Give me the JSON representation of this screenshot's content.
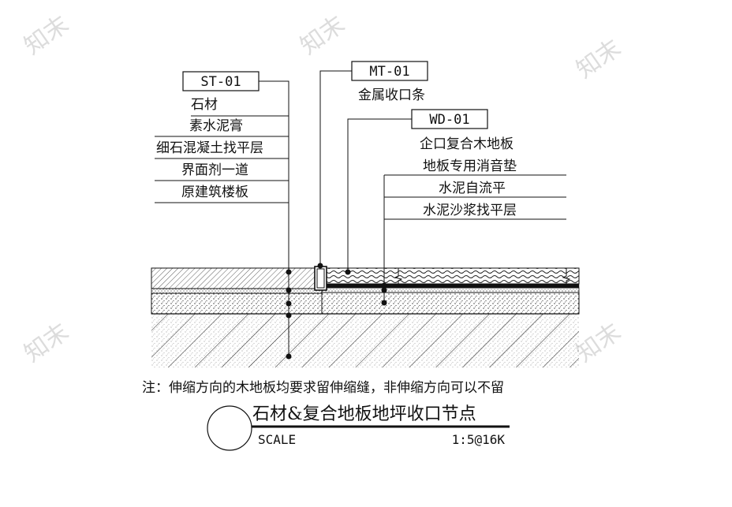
{
  "watermark": "知末",
  "left_callout": {
    "tag": "ST-01",
    "layers": [
      "石材",
      "素水泥膏",
      "细石混凝土找平层",
      "界面剂一道",
      "原建筑楼板"
    ]
  },
  "metal_callout": {
    "tag": "MT-01",
    "label": "金属收口条"
  },
  "right_callout": {
    "tag": "WD-01",
    "layers": [
      "企口复合木地板",
      "地板专用消音垫",
      "水泥自流平",
      "水泥沙浆找平层"
    ]
  },
  "note": "注：伸缩方向的木地板均要求留伸缩缝，非伸缩方向可以不留",
  "title_block": {
    "title": "石材&复合地板地坪收口节点",
    "scale_label": "SCALE",
    "scale_value": "1:5@16K"
  }
}
